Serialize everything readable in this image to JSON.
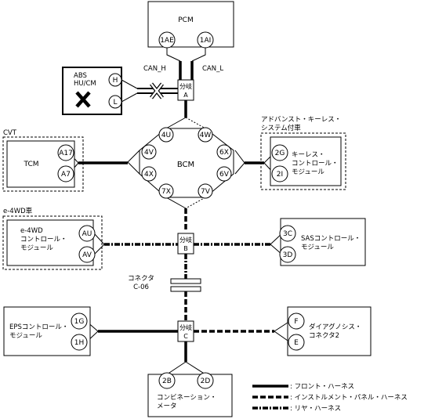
{
  "modules": {
    "pcm": {
      "label": "PCM",
      "pins": [
        "1AE",
        "1AI"
      ]
    },
    "abs": {
      "label_lines": [
        "ABS",
        "HU/CM"
      ],
      "pins": [
        "H",
        "L"
      ]
    },
    "bcm": {
      "label": "BCM",
      "pins": [
        "4U",
        "4W",
        "4V",
        "4X",
        "6X",
        "6V",
        "7X",
        "7V"
      ]
    },
    "tcm": {
      "label": "TCM",
      "group": "CVT",
      "pins": [
        "A17",
        "A7"
      ]
    },
    "keyless": {
      "group_lines": [
        "アドバンスト・キーレス・",
        "システム付車"
      ],
      "label_lines": [
        "キーレス・",
        "コントロール・",
        "モジュール"
      ],
      "pins": [
        "2G",
        "2I"
      ]
    },
    "e4wd": {
      "group": "e-4WD車",
      "label_lines": [
        "e-4WD",
        "コントロール・",
        "モジュール"
      ],
      "pins": [
        "AU",
        "AV"
      ]
    },
    "sas": {
      "label_lines": [
        "SASコントロール・",
        "モジュール"
      ],
      "pins": [
        "3C",
        "3D"
      ]
    },
    "eps": {
      "label_lines": [
        "EPSコントロール・",
        "モジュール"
      ],
      "pins": [
        "1G",
        "1H"
      ]
    },
    "diag": {
      "label_lines": [
        "ダイアグノシス・",
        "コネクタ2"
      ],
      "pins": [
        "F",
        "E"
      ]
    },
    "meter": {
      "label_lines": [
        "コンビネーション・",
        "メータ"
      ],
      "pins": [
        "2B",
        "2D"
      ]
    }
  },
  "junctions": {
    "a": {
      "lines": [
        "分岐",
        "A"
      ]
    },
    "b": {
      "lines": [
        "分岐",
        "B"
      ]
    },
    "c": {
      "lines": [
        "分岐",
        "C"
      ]
    }
  },
  "connector": {
    "lines": [
      "コネクタ",
      "C-06"
    ]
  },
  "can_h": "CAN_H",
  "can_l": "CAN_L",
  "legend": [
    {
      "style": "front",
      "label": ": フロント・ハーネス"
    },
    {
      "style": "inst",
      "label": ": インストルメント・パネル・ハーネス"
    },
    {
      "style": "rear",
      "label": ": リヤ・ハーネス"
    }
  ]
}
